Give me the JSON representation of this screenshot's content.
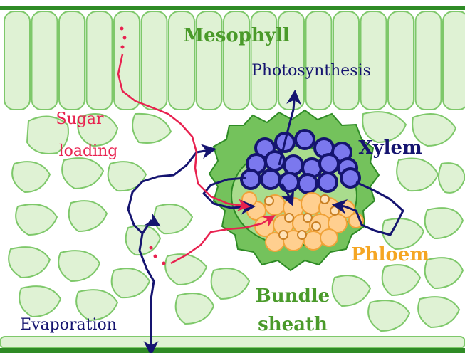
{
  "labels": {
    "mesophyll": "Mesophyll",
    "photosynthesis": "Photosynthesis",
    "sugar_loading_line1": "Sugar",
    "sugar_loading_line2": "loading",
    "xylem": "Xylem",
    "phloem": "Phloem",
    "bundle_sheath_line1": "Bundle",
    "bundle_sheath_line2": "sheath",
    "evaporation": "Evaporation"
  },
  "colors": {
    "leaf_fill": "#dff2d4",
    "leaf_stroke": "#7ec86a",
    "leaf_edge": "#2e8b25",
    "sheath_fill": "#74c25c",
    "sheath_stroke": "#2e8b25",
    "xylem_fill": "#7b78ee",
    "xylem_stroke": "#151470",
    "phloem_fill": "#ffcf8f",
    "phloem_stroke": "#f0a238",
    "water_path": "#151470",
    "sugar_path": "#e8214f",
    "mesophyll_text": "#4a9a2a",
    "xylem_text": "#151470",
    "phloem_text": "#f5a623",
    "sugar_text": "#e8214f"
  }
}
